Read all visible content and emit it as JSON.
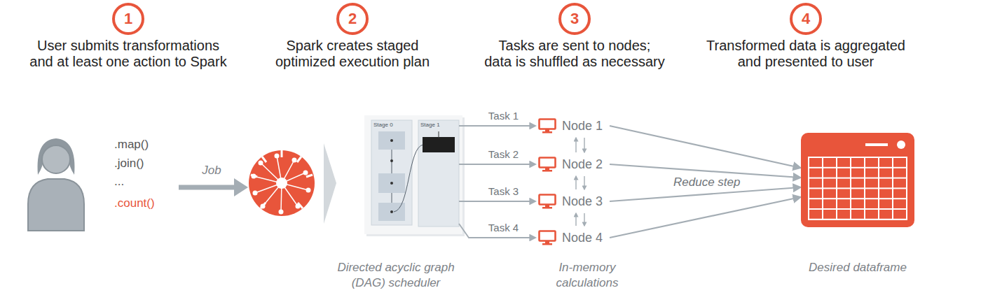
{
  "diagram": {
    "nodes": [
      {
        "text": [
          "1",
          "User submits transformations and at least one action to Spark"
        ]
      },
      {
        "text": [
          "2",
          "Spark creates staged optimized execution plan"
        ]
      },
      {
        "text": [
          "3",
          "Tasks are sent to nodes; data is shuffled as necessary"
        ]
      },
      {
        "text": [
          "4",
          "Transformed data is aggregated and presented to user"
        ]
      },
      {
        "text": [
          "Stage 0"
        ]
      },
      {
        "text": [
          "Stage 1"
        ]
      },
      {
        "text": [
          "Node 1"
        ]
      },
      {
        "text": [
          "Node 2"
        ]
      },
      {
        "text": [
          "Node 3"
        ]
      },
      {
        "text": [
          "Node 4"
        ]
      },
      {
        "text": [
          "Desired dataframe"
        ]
      }
    ],
    "edges": [
      {
        "from": 5,
        "to": 6,
        "label": "Task 1",
        "arrow": "to"
      },
      {
        "from": 5,
        "to": 7,
        "label": "Task 2",
        "arrow": "to"
      },
      {
        "from": 5,
        "to": 8,
        "label": "Task 3",
        "arrow": "to"
      },
      {
        "from": 5,
        "to": 9,
        "label": "Task 4",
        "arrow": "to"
      },
      {
        "from": 6,
        "to": 7,
        "arrow": "both"
      },
      {
        "from": 7,
        "to": 8,
        "arrow": "both"
      },
      {
        "from": 8,
        "to": 9,
        "arrow": "both"
      },
      {
        "from": 6,
        "to": 10,
        "arrow": "to"
      },
      {
        "from": 7,
        "to": 10,
        "arrow": "to"
      },
      {
        "from": 8,
        "to": 10,
        "arrow": "to"
      },
      {
        "from": 9,
        "to": 10,
        "arrow": "to"
      }
    ],
    "labels": [
      ".map()",
      ".join()",
      "...",
      ".count()",
      "Job",
      "Directed acyclic graph (DAG) scheduler",
      "In-memory calculations",
      "Reduce step"
    ]
  }
}
